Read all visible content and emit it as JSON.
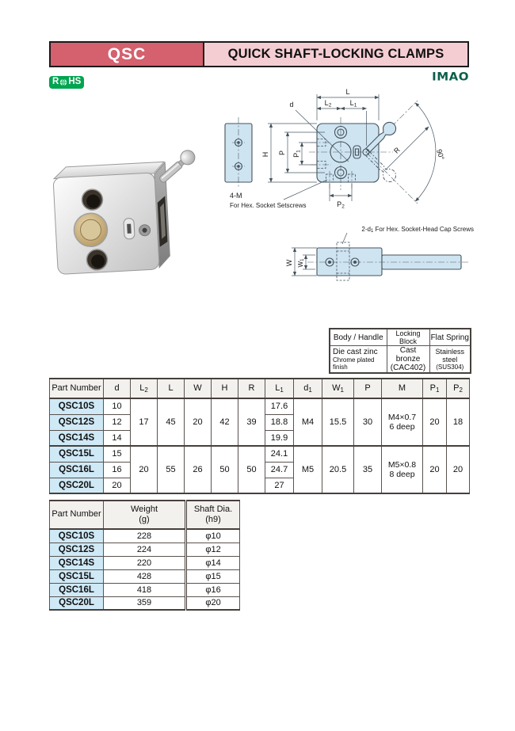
{
  "header": {
    "code": "QSC",
    "title": "QUICK SHAFT-LOCKING CLAMPS"
  },
  "logos": {
    "rohs_r": "R",
    "rohs_hs": "HS",
    "imao": "IMAO"
  },
  "colors": {
    "accent_pink": "#d5606e",
    "light_pink": "#f4cdd3",
    "rohs_green": "#00a54f",
    "imao_green": "#0b5f4a",
    "part_cell_blue": "#cfe9f6",
    "drawing_blue": "#cfe4f1",
    "table_line": "#5a5350",
    "header_cell_gray": "#f3f1ee"
  },
  "drawing": {
    "front": {
      "L": "L",
      "L2b": "L",
      "L2s": "2",
      "L1b": "L",
      "L1s": "1",
      "d": "d",
      "H": "H",
      "P": "P",
      "P1b": "P",
      "P1s": "1",
      "R": "R",
      "angle": "90°",
      "P2b": "P",
      "P2s": "2",
      "note1a": "4-M",
      "note1b": "For Hex. Socket Setscrews"
    },
    "side": {
      "note_pre": "2-d",
      "note_sub": "1",
      "note_post": " For Hex. Socket-Head Cap Screws",
      "W": "W",
      "W1b": "W",
      "W1s": "1"
    }
  },
  "materials_table": {
    "headers": [
      "Body / Handle",
      "Locking Block",
      "Flat Spring"
    ],
    "cells": [
      {
        "l1": "Die cast zinc",
        "l2": "Chrome plated finish"
      },
      {
        "l1": "Cast bronze",
        "l2": "(CAC402)"
      },
      {
        "l1": "Stainless steel",
        "l2": "(SUS304)"
      }
    ]
  },
  "dim_table": {
    "columns": [
      {
        "base": "Part Number",
        "sub": ""
      },
      {
        "base": "d",
        "sub": ""
      },
      {
        "base": "L",
        "sub": "2"
      },
      {
        "base": "L",
        "sub": ""
      },
      {
        "base": "W",
        "sub": ""
      },
      {
        "base": "H",
        "sub": ""
      },
      {
        "base": "R",
        "sub": ""
      },
      {
        "base": "L",
        "sub": "1"
      },
      {
        "base": "d",
        "sub": "1"
      },
      {
        "base": "W",
        "sub": "1"
      },
      {
        "base": "P",
        "sub": ""
      },
      {
        "base": "M",
        "sub": ""
      },
      {
        "base": "P",
        "sub": "1"
      },
      {
        "base": "P",
        "sub": "2"
      }
    ],
    "groups": [
      {
        "shared": {
          "L2": "17",
          "L": "45",
          "W": "20",
          "H": "42",
          "R": "39",
          "d1": "M4",
          "W1": "15.5",
          "P": "30",
          "M1": "M4×0.7",
          "M2": "6 deep",
          "P1": "20",
          "P2": "18"
        },
        "rows": [
          {
            "part": "QSC10S",
            "d": "10",
            "L1": "17.6"
          },
          {
            "part": "QSC12S",
            "d": "12",
            "L1": "18.8"
          },
          {
            "part": "QSC14S",
            "d": "14",
            "L1": "19.9"
          }
        ]
      },
      {
        "shared": {
          "L2": "20",
          "L": "55",
          "W": "26",
          "H": "50",
          "R": "50",
          "d1": "M5",
          "W1": "20.5",
          "P": "35",
          "M1": "M5×0.8",
          "M2": "8 deep",
          "P1": "20",
          "P2": "20"
        },
        "rows": [
          {
            "part": "QSC15L",
            "d": "15",
            "L1": "24.1"
          },
          {
            "part": "QSC16L",
            "d": "16",
            "L1": "24.7"
          },
          {
            "part": "QSC20L",
            "d": "20",
            "L1": "27"
          }
        ]
      }
    ]
  },
  "weight_table": {
    "headers": {
      "part": "Part Number",
      "w1": "Weight",
      "w2": "(g)",
      "s1": "Shaft Dia.",
      "s2": "(h9)"
    },
    "rows": [
      {
        "part": "QSC10S",
        "weight": "228",
        "shaft": "φ10"
      },
      {
        "part": "QSC12S",
        "weight": "224",
        "shaft": "φ12"
      },
      {
        "part": "QSC14S",
        "weight": "220",
        "shaft": "φ14"
      },
      {
        "part": "QSC15L",
        "weight": "428",
        "shaft": "φ15"
      },
      {
        "part": "QSC16L",
        "weight": "418",
        "shaft": "φ16"
      },
      {
        "part": "QSC20L",
        "weight": "359",
        "shaft": "φ20"
      }
    ]
  }
}
